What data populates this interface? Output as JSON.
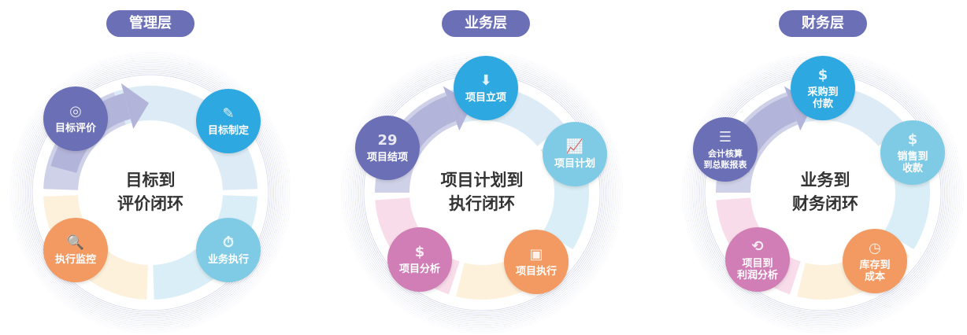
{
  "colors": {
    "purple": "#6b6fb5",
    "blue": "#2ea8e0",
    "lightblue": "#7fcbe5",
    "orange": "#f29a62",
    "pink": "#d07eb5"
  },
  "diagrams": [
    {
      "badge": "管理层",
      "center": [
        "目标到",
        "评价闭环"
      ],
      "nodes": [
        {
          "label": [
            "目标评价"
          ],
          "icon": "target-icon",
          "glyph": "◎"
        },
        {
          "label": [
            "目标制定"
          ],
          "icon": "document-pen-icon",
          "glyph": "✎"
        },
        {
          "label": [
            "业务执行"
          ],
          "icon": "stopwatch-icon",
          "glyph": "⏱"
        },
        {
          "label": [
            "执行监控"
          ],
          "icon": "document-search-icon",
          "glyph": "🔍"
        }
      ]
    },
    {
      "badge": "业务层",
      "center": [
        "项目计划到",
        "执行闭环"
      ],
      "nodes": [
        {
          "label": [
            "项目立项"
          ],
          "icon": "inbox-download-icon",
          "glyph": "⬇"
        },
        {
          "label": [
            "项目计划"
          ],
          "icon": "line-chart-icon",
          "glyph": "📈"
        },
        {
          "label": [
            "项目执行"
          ],
          "icon": "presentation-icon",
          "glyph": "▣"
        },
        {
          "label": [
            "项目分析"
          ],
          "icon": "dollar-search-icon",
          "glyph": "$"
        },
        {
          "label": [
            "项目结项"
          ],
          "icon": "calendar-icon",
          "glyph": "29"
        }
      ]
    },
    {
      "badge": "财务层",
      "center": [
        "业务到",
        "财务闭环"
      ],
      "nodes": [
        {
          "label": [
            "采购到",
            "付款"
          ],
          "icon": "dollar-gear-icon",
          "glyph": "$"
        },
        {
          "label": [
            "销售到",
            "收款"
          ],
          "icon": "money-bag-icon",
          "glyph": "$"
        },
        {
          "label": [
            "库存到",
            "成本"
          ],
          "icon": "clock-coins-icon",
          "glyph": "◷"
        },
        {
          "label": [
            "项目到",
            "利润分析"
          ],
          "icon": "dollar-cycle-icon",
          "glyph": "⟲"
        },
        {
          "label": [
            "会计核算",
            "到总账报表"
          ],
          "icon": "invoice-icon",
          "glyph": "☰"
        }
      ]
    }
  ]
}
